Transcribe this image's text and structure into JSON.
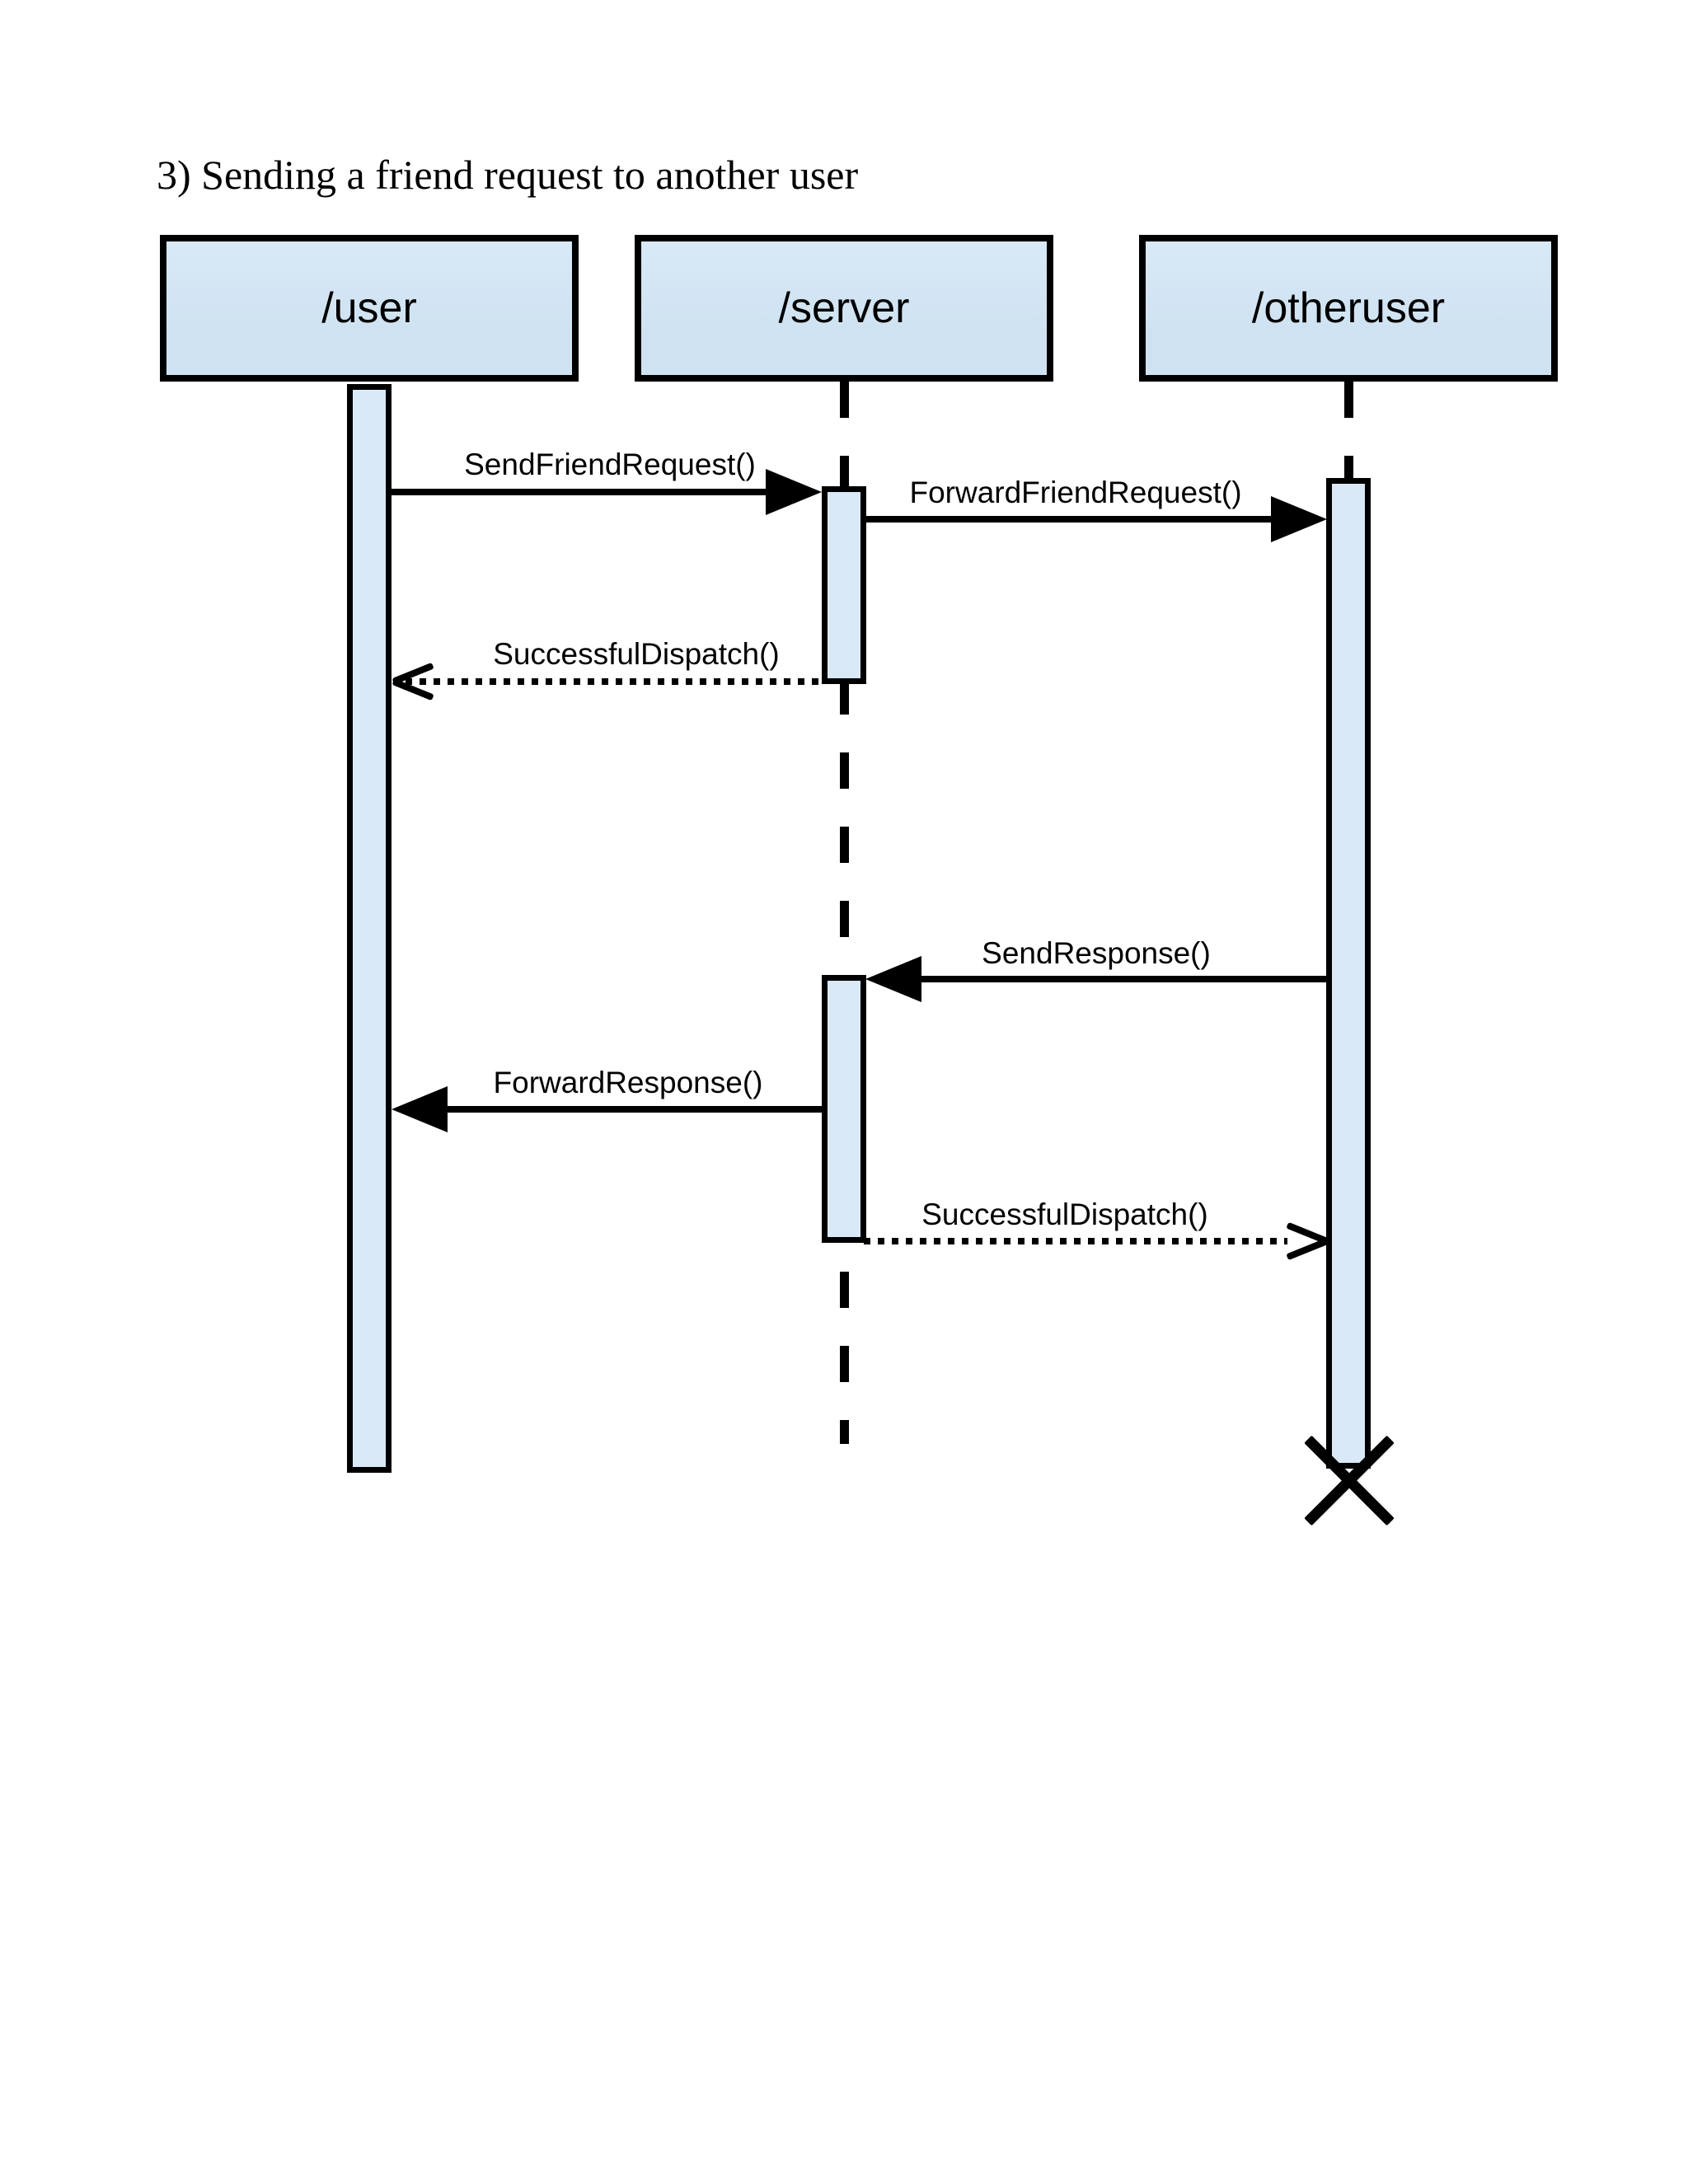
{
  "title": "3) Sending a friend request to another user",
  "diagram_type": "uml-sequence-diagram",
  "actors": [
    {
      "id": "user",
      "name": "/user"
    },
    {
      "id": "server",
      "name": "/server"
    },
    {
      "id": "otheruser",
      "name": "/otheruser"
    }
  ],
  "messages": [
    {
      "label": "SendFriendRequest()",
      "from": "/user",
      "to": "/server",
      "line": "solid",
      "arrowhead": "filled"
    },
    {
      "label": "ForwardFriendRequest()",
      "from": "/server",
      "to": "/otheruser",
      "line": "solid",
      "arrowhead": "filled"
    },
    {
      "label": "SuccessfulDispatch()",
      "from": "/server",
      "to": "/user",
      "line": "dotted",
      "arrowhead": "open"
    },
    {
      "label": "SendResponse()",
      "from": "/otheruser",
      "to": "/server",
      "line": "solid",
      "arrowhead": "filled"
    },
    {
      "label": "ForwardResponse()",
      "from": "/server",
      "to": "/user",
      "line": "solid",
      "arrowhead": "filled"
    },
    {
      "label": "SuccessfulDispatch()",
      "from": "/server",
      "to": "/otheruser",
      "line": "dotted",
      "arrowhead": "open"
    }
  ],
  "lifeline_end": {
    "otheruser": "destroyed-x"
  },
  "colors": {
    "actor_fill": "#cfe2f1",
    "activation_fill": "#d9e9f7",
    "line": "#000000",
    "background": "#ffffff"
  }
}
